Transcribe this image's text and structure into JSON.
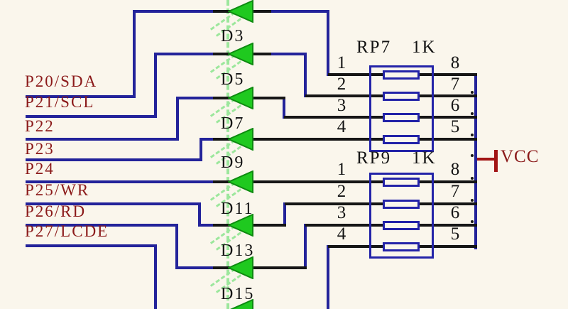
{
  "ports": [
    "P20/SDA",
    "P21/SCL",
    "P22",
    "P23",
    "P24",
    "P25/WR",
    "P26/RD",
    "P27/LCDE"
  ],
  "diodes": [
    "D3",
    "D5",
    "D7",
    "D9",
    "D11",
    "D13",
    "D15"
  ],
  "packs": [
    {
      "ref": "RP7",
      "value": "1K",
      "left_pins": [
        "1",
        "2",
        "3",
        "4"
      ],
      "right_pins": [
        "8",
        "7",
        "6",
        "5"
      ]
    },
    {
      "ref": "RP9",
      "value": "1K",
      "left_pins": [
        "1",
        "2",
        "3",
        "4"
      ],
      "right_pins": [
        "8",
        "7",
        "6",
        "5"
      ]
    }
  ],
  "power": {
    "label": "VCC"
  },
  "colors": {
    "background": "#faf6ec",
    "wire": "#23239a",
    "pin_stub": "#161616",
    "diode_fill": "#1fc91f",
    "diode_border": "#0e8a10",
    "led_dash": "#9ce79c",
    "port_label": "#8b1a1a",
    "power_symbol": "#a21515"
  }
}
